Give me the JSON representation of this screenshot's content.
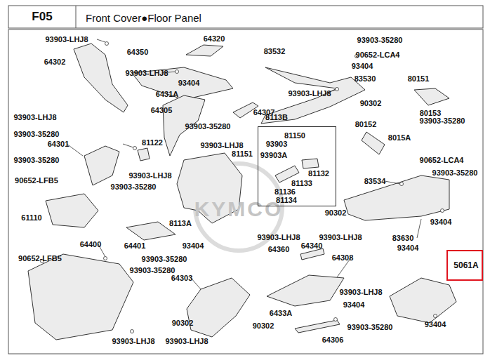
{
  "diagram": {
    "title": "Front Cover●Floor Panel",
    "nodes": [
      {
        "text": [
          "F05"
        ]
      },
      {
        "text": [
          "8113B",
          "81150",
          "93903",
          "93903A",
          "81132",
          "81133",
          "81136",
          "81134"
        ]
      },
      {
        "text": [
          "5061A"
        ]
      }
    ],
    "labels": [
      "93903-LHJ8",
      "64350",
      "64320",
      "64302",
      "93404",
      "93903-LHJ8",
      "83532",
      "90652-LCA4",
      "93903-35280",
      "93404",
      "83530",
      "93903-LHJ8",
      "80151",
      "90302",
      "80153",
      "93903-35280",
      "6431A",
      "64307",
      "64305",
      "93903-35280",
      "93903-LHJ8",
      "80152",
      "8015A",
      "93903-35280",
      "64301",
      "81122",
      "93903-LHJ8",
      "81151",
      "93903-35280",
      "93903-LHJ8",
      "93903-35280",
      "90652-LFB5",
      "90652-LCA4",
      "93903-35280",
      "83534",
      "61110",
      "8113A",
      "90302",
      "93404",
      "64400",
      "64401",
      "93903-LHJ8",
      "93903-LHJ8",
      "83630",
      "93404",
      "90652-LFB5",
      "93404",
      "93903-35280",
      "64360",
      "64340",
      "93903-35280",
      "64308",
      "64303",
      "93903-LHJ8",
      "6433A",
      "93404",
      "90302",
      "90302",
      "93903-35280",
      "93404",
      "64306",
      "93903-LHJ8",
      "93903-LHJ8",
      "KYMCO"
    ]
  }
}
